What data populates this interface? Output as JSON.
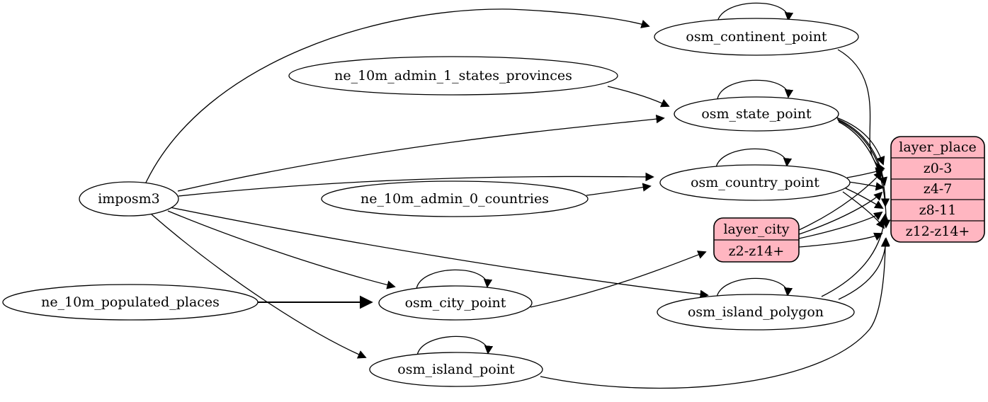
{
  "diagram": {
    "colors": {
      "background": "#ffffff",
      "node_fill": "#ffffff",
      "layer_fill": "#ffb6c1",
      "stroke": "#000000"
    },
    "nodes": {
      "imposm3": {
        "label": "imposm3"
      },
      "ne_10m_admin_1_states_provinces": {
        "label": "ne_10m_admin_1_states_provinces"
      },
      "ne_10m_admin_0_countries": {
        "label": "ne_10m_admin_0_countries"
      },
      "ne_10m_populated_places": {
        "label": "ne_10m_populated_places"
      },
      "osm_continent_point": {
        "label": "osm_continent_point"
      },
      "osm_state_point": {
        "label": "osm_state_point"
      },
      "osm_country_point": {
        "label": "osm_country_point"
      },
      "osm_city_point": {
        "label": "osm_city_point"
      },
      "osm_island_polygon": {
        "label": "osm_island_polygon"
      },
      "osm_island_point": {
        "label": "osm_island_point"
      }
    },
    "layers": {
      "layer_city": {
        "title": "layer_city",
        "rows": [
          "z2-z14+"
        ]
      },
      "layer_place": {
        "title": "layer_place",
        "rows": [
          "z0-3",
          "z4-7",
          "z8-11",
          "z12-z14+"
        ]
      }
    }
  }
}
